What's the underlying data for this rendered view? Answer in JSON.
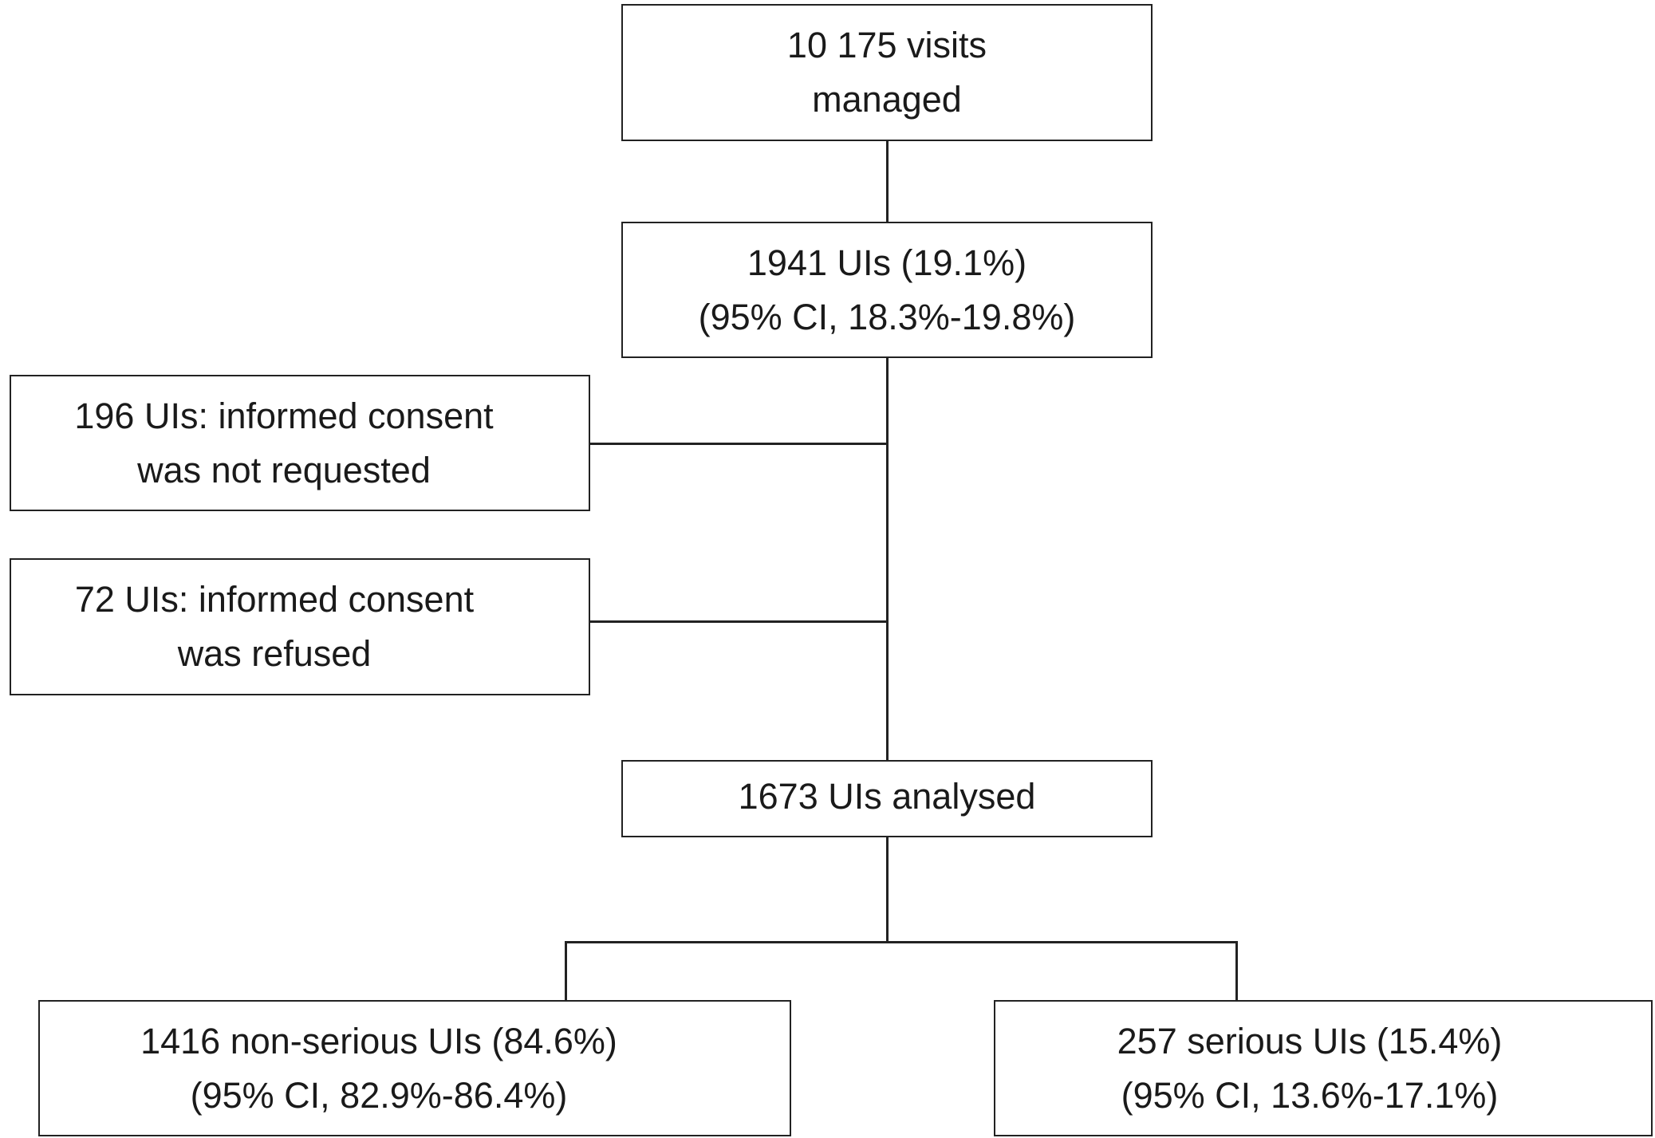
{
  "flowchart": {
    "visits": {
      "line1": "10 175 visits",
      "line2": "managed"
    },
    "uis": {
      "line1": "1941 UIs (19.1%)",
      "line2": "(95% CI, 18.3%-19.8%)"
    },
    "excluded_not_requested": {
      "line1": "196 UIs: informed consent",
      "line2": "was not requested"
    },
    "excluded_refused": {
      "line1": "72 UIs: informed consent",
      "line2": "was refused"
    },
    "analysed": {
      "line1": "1673 UIs analysed"
    },
    "non_serious": {
      "line1": "1416 non-serious UIs (84.6%)",
      "line2": "(95% CI, 82.9%-86.4%)"
    },
    "serious": {
      "line1": "257 serious UIs (15.4%)",
      "line2": "(95% CI, 13.6%-17.1%)"
    }
  }
}
